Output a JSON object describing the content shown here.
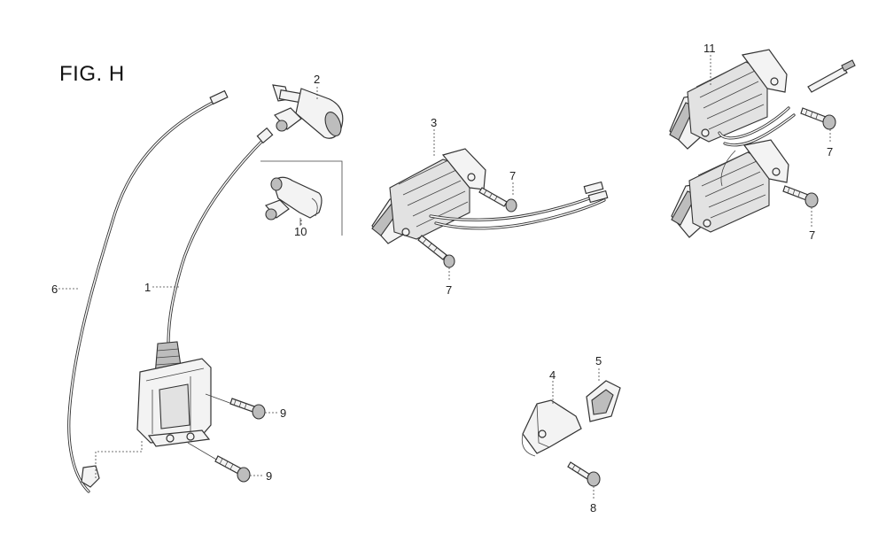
{
  "figure": {
    "title": "FIG. H"
  },
  "callouts": {
    "c1": "1",
    "c2": "2",
    "c3": "3",
    "c4": "4",
    "c5": "5",
    "c6": "6",
    "c7a": "7",
    "c7b": "7",
    "c7c": "7",
    "c7d": "7",
    "c8": "8",
    "c9a": "9",
    "c9b": "9",
    "c10": "10",
    "c11": "11"
  }
}
